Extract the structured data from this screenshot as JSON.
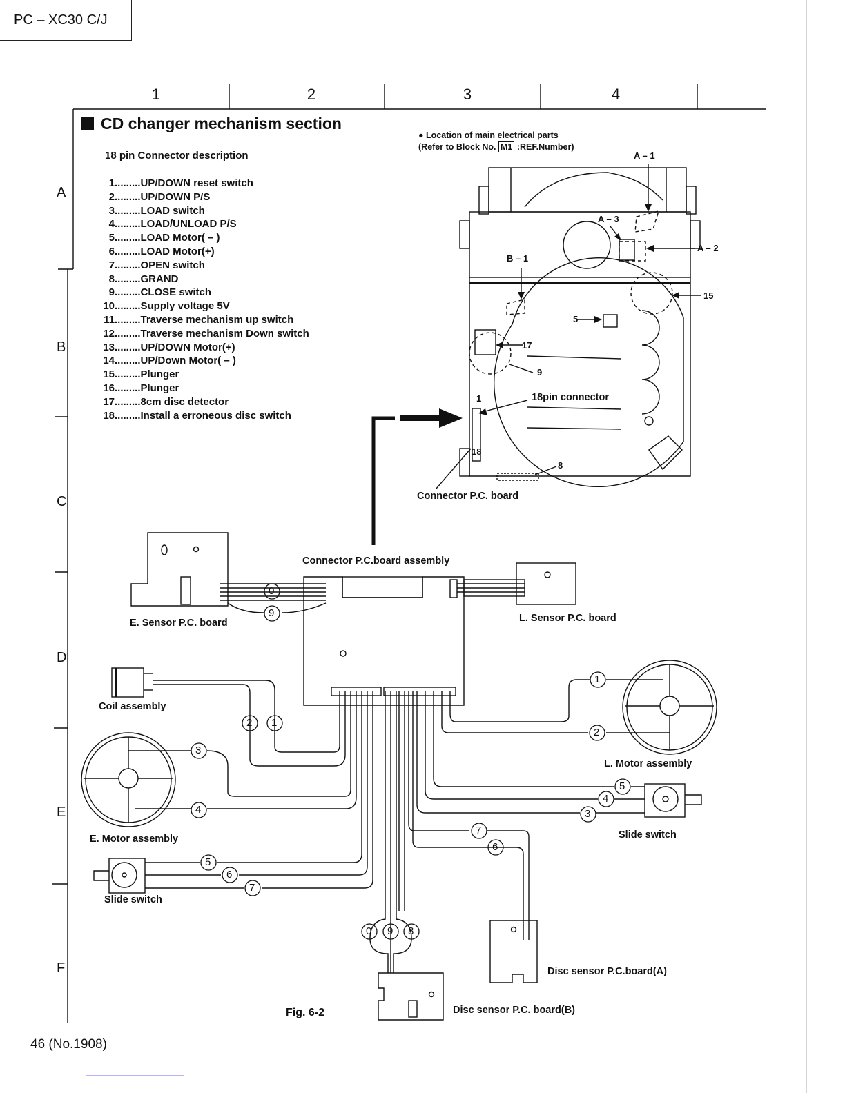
{
  "header": {
    "model": "PC – XC30 C/J"
  },
  "grid": {
    "columns": [
      "1",
      "2",
      "3",
      "4"
    ],
    "rows": [
      "A",
      "B",
      "C",
      "D",
      "E",
      "F"
    ]
  },
  "section_title": "CD changer mechanism section",
  "connector_description": {
    "title": "18 pin Connector description",
    "pins": [
      {
        "n": "1",
        "desc": ".........UP/DOWN reset switch"
      },
      {
        "n": "2",
        "desc": ".........UP/DOWN P/S"
      },
      {
        "n": "3",
        "desc": ".........LOAD switch"
      },
      {
        "n": "4",
        "desc": ".........LOAD/UNLOAD P/S"
      },
      {
        "n": "5",
        "desc": ".........LOAD Motor( – )"
      },
      {
        "n": "6",
        "desc": ".........LOAD Motor(+)"
      },
      {
        "n": "7",
        "desc": ".........OPEN switch"
      },
      {
        "n": "8",
        "desc": ".........GRAND"
      },
      {
        "n": "9",
        "desc": ".........CLOSE switch"
      },
      {
        "n": "10",
        "desc": ".........Supply voltage 5V"
      },
      {
        "n": "11",
        "desc": ".........Traverse mechanism up switch"
      },
      {
        "n": "12",
        "desc": ".........Traverse mechanism Down switch"
      },
      {
        "n": "13",
        "desc": ".........UP/DOWN Motor(+)"
      },
      {
        "n": "14",
        "desc": ".........UP/Down Motor( – )"
      },
      {
        "n": "15",
        "desc": ".........Plunger"
      },
      {
        "n": "16",
        "desc": ".........Plunger"
      },
      {
        "n": "17",
        "desc": ".........8cm disc detector"
      },
      {
        "n": "18",
        "desc": ".........Install a erroneous disc switch"
      }
    ]
  },
  "location_note": {
    "line1": "● Location of main electrical parts",
    "line2_pre": "(Refer to Block No. ",
    "block": "M1",
    "line2_post": " :REF.Number)"
  },
  "mechanism_labels": {
    "a1": "A – 1",
    "a2": "A – 2",
    "a3": "A – 3",
    "b1": "B – 1",
    "n15": "15",
    "n5": "5",
    "n17": "17",
    "n9": "9",
    "n8": "8",
    "pin_1": "1",
    "pin_18": "18",
    "connector18": "18pin connector",
    "connector_pcb": "Connector P.C. board"
  },
  "assembly_labels": {
    "connector_assembly": "Connector P.C.board assembly",
    "e_sensor": "E. Sensor P.C. board",
    "l_sensor": "L. Sensor P.C. board",
    "coil": "Coil assembly",
    "e_motor": "E. Motor assembly",
    "l_motor": "L. Motor assembly",
    "slide_left": "Slide switch",
    "slide_right": "Slide switch",
    "disc_a": "Disc sensor P.C.board(A)",
    "disc_b": "Disc sensor P.C. board(B)"
  },
  "wire_markers": {
    "e_sensor": [
      "0",
      "9"
    ],
    "coil": [
      "2",
      "1"
    ],
    "e_motor": [
      "3",
      "4"
    ],
    "slide_left": [
      "5",
      "6",
      "7"
    ],
    "l_motor": [
      "1",
      "2"
    ],
    "slide_right": [
      "5",
      "4",
      "3"
    ],
    "disc_a": [
      "7",
      "6"
    ],
    "disc_b": [
      "0",
      "9",
      "8"
    ]
  },
  "figure_label": "Fig. 6-2",
  "footer": {
    "page": "46 (No.1908)"
  }
}
